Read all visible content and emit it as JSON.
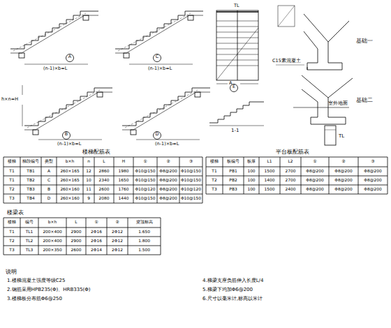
{
  "diagram": {
    "labels": [
      "A",
      "C",
      "B",
      "D",
      "E",
      "(n-1)×b=L",
      "(n-1)×b=L",
      "(n-1)×b=L",
      "(n-1)×b=L",
      "h×n=H",
      "TL",
      "A",
      "1-1",
      "TL",
      "基础一",
      "基础二",
      "C15素混凝土",
      "室外地面",
      "楼梯配筋表",
      "平台板配筋表",
      "楼梁表",
      "说明",
      "1.楼梯混凝土强度等级C25",
      "2.钢筋采用HPB235(Φ)、HRB335(Φ)",
      "3.楼梯板分布筋Φ6@250",
      "4.梯梁支座负筋伸入长度L/4",
      "5.梯梁下均加Φ6@200",
      "6.尺寸以毫米计,标高以米计",
      "楼梯",
      "梯段编号",
      "类型",
      "b×h",
      "n",
      "L",
      "H",
      "①",
      "②",
      "③",
      "T1",
      "TB1",
      "A",
      "260×165",
      "12",
      "2860",
      "1980",
      "Φ10@150",
      "Φ8@200",
      "Φ10@150",
      "T1",
      "TB2",
      "C",
      "260×165",
      "10",
      "2340",
      "1650",
      "Φ10@150",
      "Φ8@200",
      "Φ10@150",
      "T2",
      "TB3",
      "B",
      "260×160",
      "11",
      "2600",
      "1760",
      "Φ10@120",
      "Φ8@200",
      "Φ10@120",
      "T3",
      "TB4",
      "D",
      "260×160",
      "9",
      "2080",
      "1440",
      "Φ10@150",
      "Φ8@200",
      "Φ10@150",
      "楼梯",
      "板编号",
      "板厚",
      "L1",
      "L2",
      "①",
      "②",
      "③",
      "T1",
      "PB1",
      "100",
      "1500",
      "2700",
      "Φ8@200",
      "Φ8@200",
      "Φ8@200",
      "T2",
      "PB2",
      "100",
      "1400",
      "2700",
      "Φ8@200",
      "Φ8@200",
      "Φ8@200",
      "T3",
      "PB3",
      "100",
      "1500",
      "2400",
      "Φ8@200",
      "Φ8@200",
      "Φ8@200",
      "楼梯",
      "编号",
      "b×h",
      "L",
      "①",
      "②",
      "梁顶标高",
      "T1",
      "TL1",
      "200×400",
      "2900",
      "2Φ16",
      "2Φ12",
      "1.650",
      "T2",
      "TL2",
      "200×400",
      "2900",
      "2Φ16",
      "2Φ12",
      "1.800",
      "T3",
      "TL3",
      "200×350",
      "2600",
      "2Φ14",
      "2Φ12",
      "1.500"
    ]
  }
}
